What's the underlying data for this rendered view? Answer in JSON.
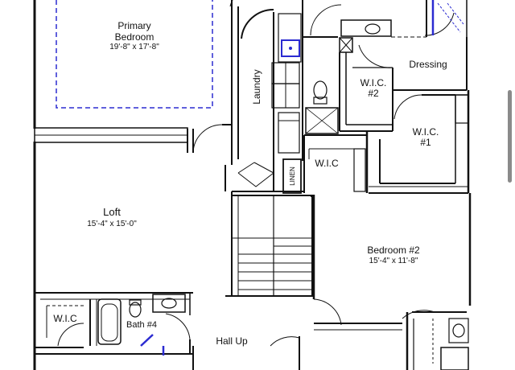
{
  "rooms": {
    "primary_bedroom": {
      "name_line1": "Primary",
      "name_line2": "Bedroom",
      "dims": "19'-8\" x 17'-8\""
    },
    "laundry": {
      "name": "Laundry"
    },
    "dressing": {
      "name": "Dressing"
    },
    "wic2": {
      "name_line1": "W.I.C.",
      "name_line2": "#2"
    },
    "wic1": {
      "name_line1": "W.I.C.",
      "name_line2": "#1"
    },
    "wic_center": {
      "name": "W.I.C"
    },
    "linen": {
      "name": "LINEN"
    },
    "loft": {
      "name": "Loft",
      "dims": "15'-4\" x 15'-0\""
    },
    "bedroom2": {
      "name": "Bedroom #2",
      "dims": "15'-4\" x 11'-8\""
    },
    "wic_bottom": {
      "name": "W.I.C"
    },
    "bath4": {
      "name": "Bath #4"
    },
    "hall_up": {
      "name": "Hall Up"
    }
  },
  "colors": {
    "wall": "#111111",
    "accent": "#2b2bd1",
    "scrollbar": "#8a8a8a"
  }
}
